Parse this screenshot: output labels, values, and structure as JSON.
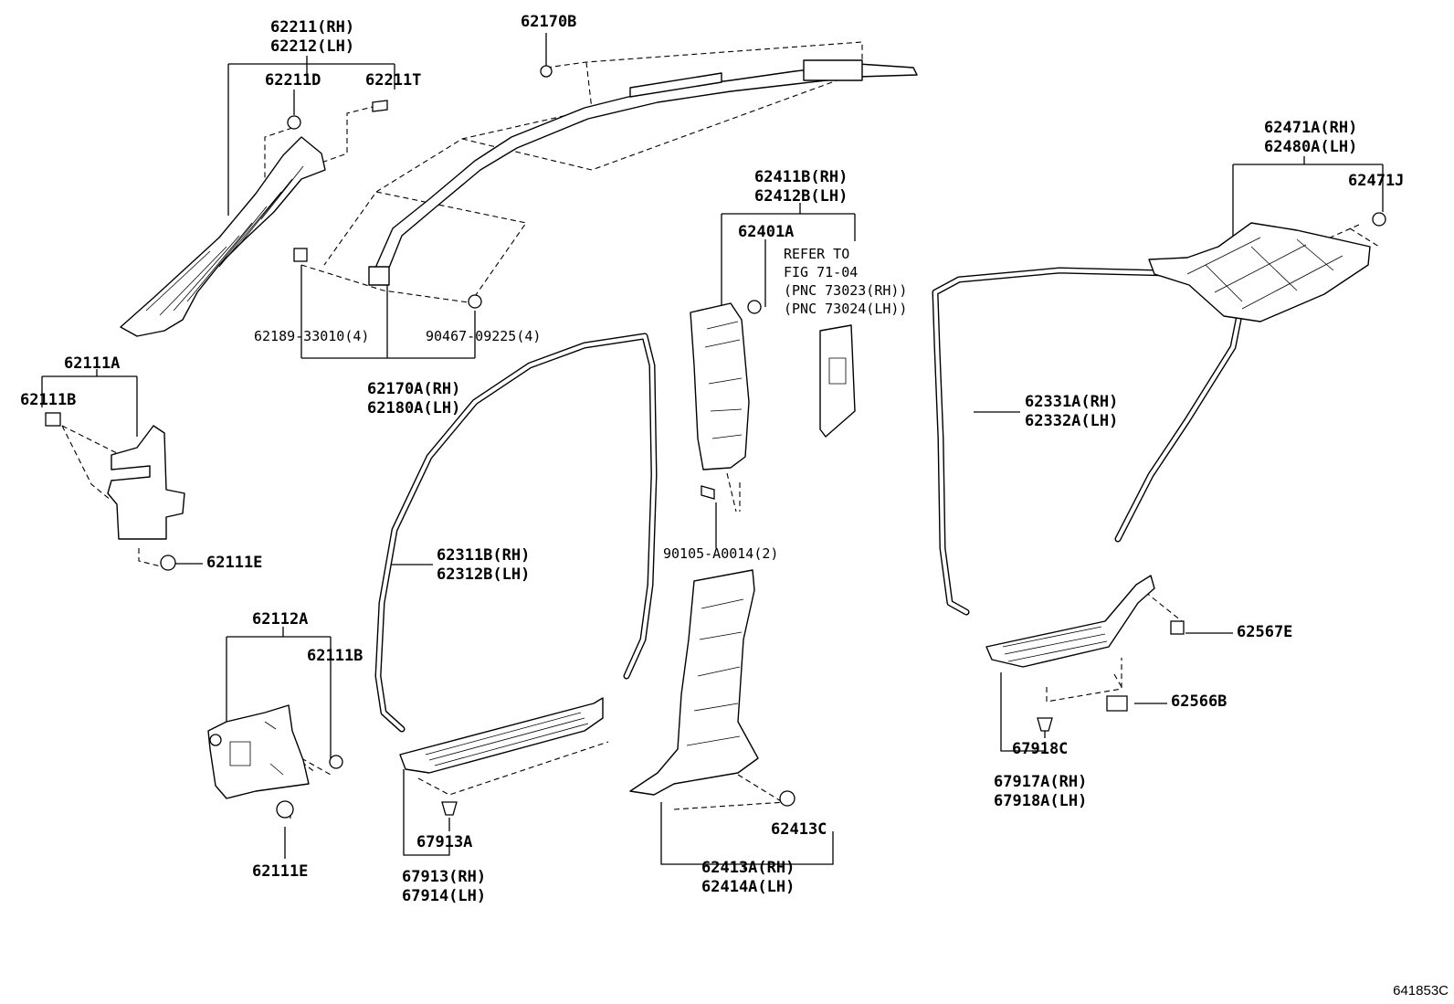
{
  "figure_code": "641853C",
  "labels": {
    "l62211": "62211(RH)\n62212(LH)",
    "l62211D": "62211D",
    "l62211T": "62211T",
    "l62170B": "62170B",
    "l62189": "62189-33010(4)",
    "l90467": "90467-09225(4)",
    "l62170A": "62170A(RH)\n62180A(LH)",
    "l62111A": "62111A",
    "l62111B_1": "62111B",
    "l62111E_1": "62111E",
    "l62112A": "62112A",
    "l62111B_2": "62111B",
    "l62111E_2": "62111E",
    "l62311B": "62311B(RH)\n62312B(LH)",
    "l67913A": "67913A",
    "l67913": "67913(RH)\n67914(LH)",
    "l62411B": "62411B(RH)\n62412B(LH)",
    "l62401A": "62401A",
    "refer": "REFER TO\nFIG 71-04\n(PNC 73023(RH))\n(PNC 73024(LH))",
    "l90105": "90105-A0014(2)",
    "l62413C": "62413C",
    "l62413A": "62413A(RH)\n62414A(LH)",
    "l62471A": "62471A(RH)\n62480A(LH)",
    "l62471J": "62471J",
    "l62331A": "62331A(RH)\n62332A(LH)",
    "l62567E": "62567E",
    "l62566B": "62566B",
    "l67918C": "67918C",
    "l67917A": "67917A(RH)\n67918A(LH)"
  }
}
